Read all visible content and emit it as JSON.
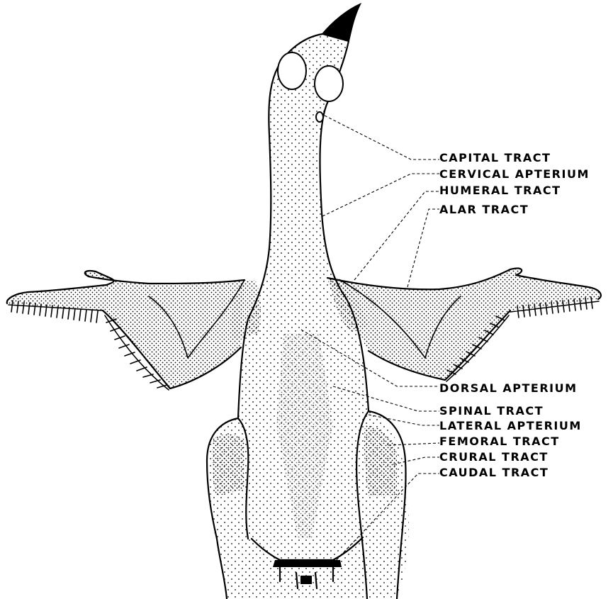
{
  "labels": {
    "capital": "CAPITAL TRACT",
    "cervical": "CERVICAL APTERIUM",
    "humeral": "HUMERAL TRACT",
    "alar": "ALAR TRACT",
    "dorsal": "DORSAL APTERIUM",
    "spinal": "SPINAL TRACT",
    "lateral": "LATERAL APTERIUM",
    "femoral": "FEMORAL TRACT",
    "crural": "CRURAL TRACT",
    "caudal": "CAUDAL TRACT"
  }
}
